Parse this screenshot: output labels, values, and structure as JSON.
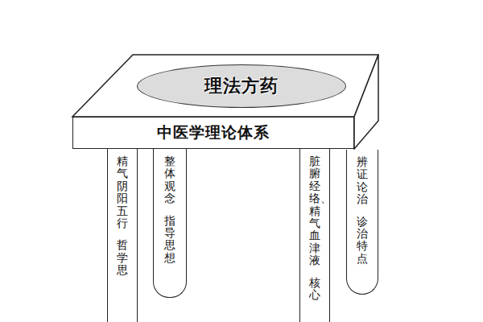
{
  "diagram": {
    "nodes": [
      {
        "text": [
          "理法方药"
        ]
      },
      {
        "text": [
          "中医学理论体系"
        ]
      },
      {
        "text": [
          "精气阴阳五行",
          "哲学思"
        ]
      },
      {
        "text": [
          "整体观念",
          "指导思想"
        ]
      },
      {
        "text": [
          "脏腑经络、精气血津液",
          "核心"
        ]
      },
      {
        "text": [
          "辨证论治",
          "诊治特点"
        ]
      }
    ]
  }
}
